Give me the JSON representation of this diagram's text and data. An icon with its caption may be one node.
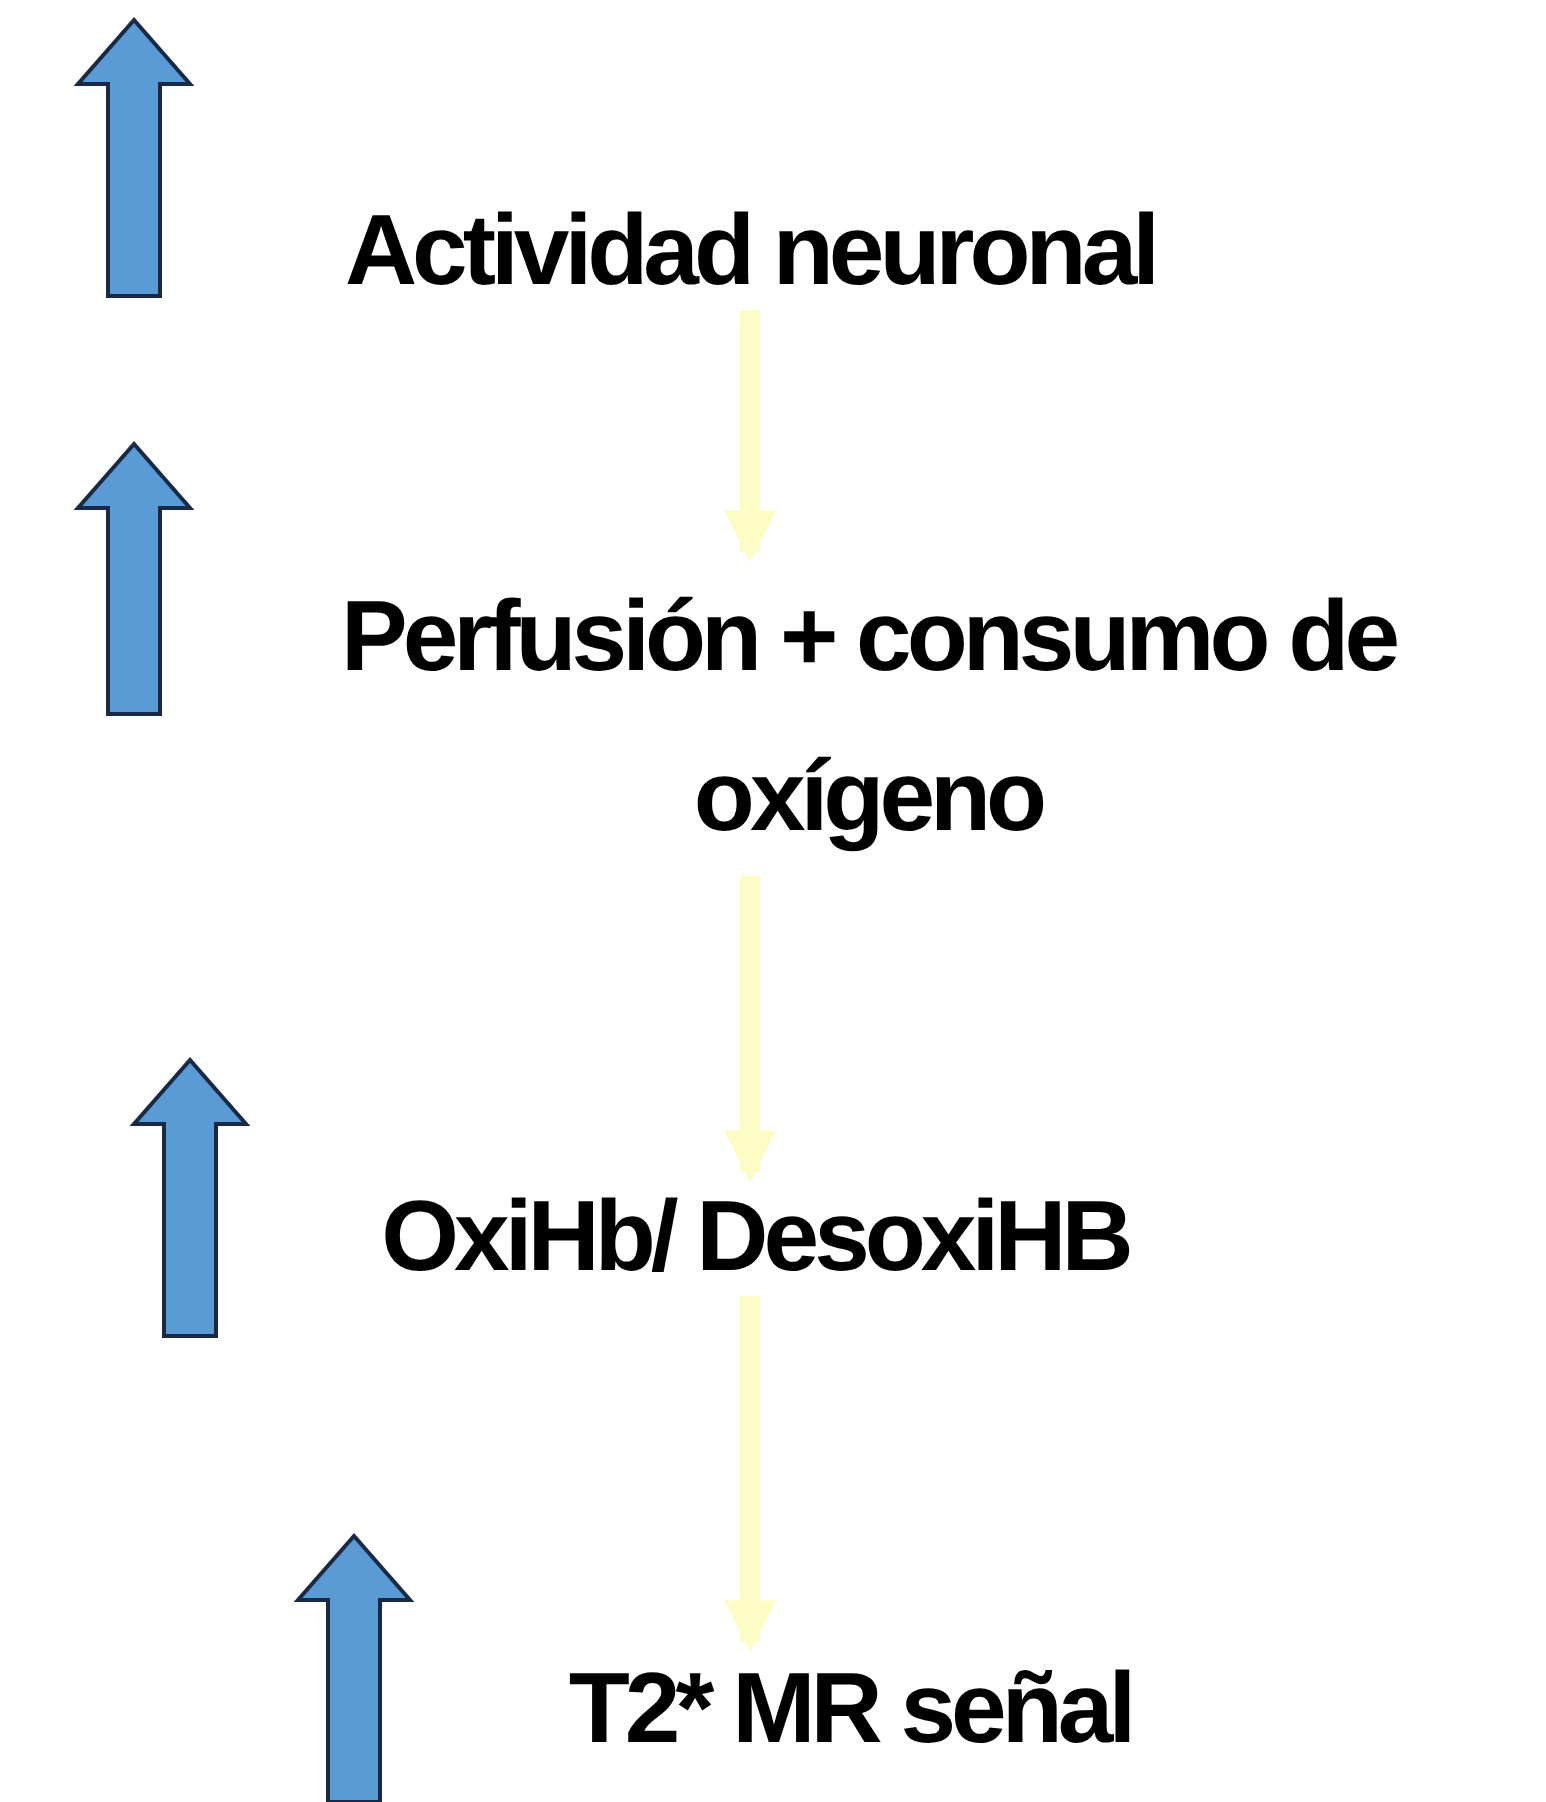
{
  "diagram": {
    "nodes": [
      {
        "text": [
          "Actividad neuronal"
        ]
      },
      {
        "text": [
          "Perfusión + consumo de oxígeno"
        ]
      },
      {
        "text": [
          "OxiHb/ DesoxiHB"
        ]
      },
      {
        "text": [
          "T2* MR señal"
        ]
      }
    ],
    "edges": [
      {
        "from": 0,
        "to": 1,
        "arrow": "to"
      },
      {
        "from": 1,
        "to": 2,
        "arrow": "to"
      },
      {
        "from": 2,
        "to": 3,
        "arrow": "to"
      }
    ]
  }
}
